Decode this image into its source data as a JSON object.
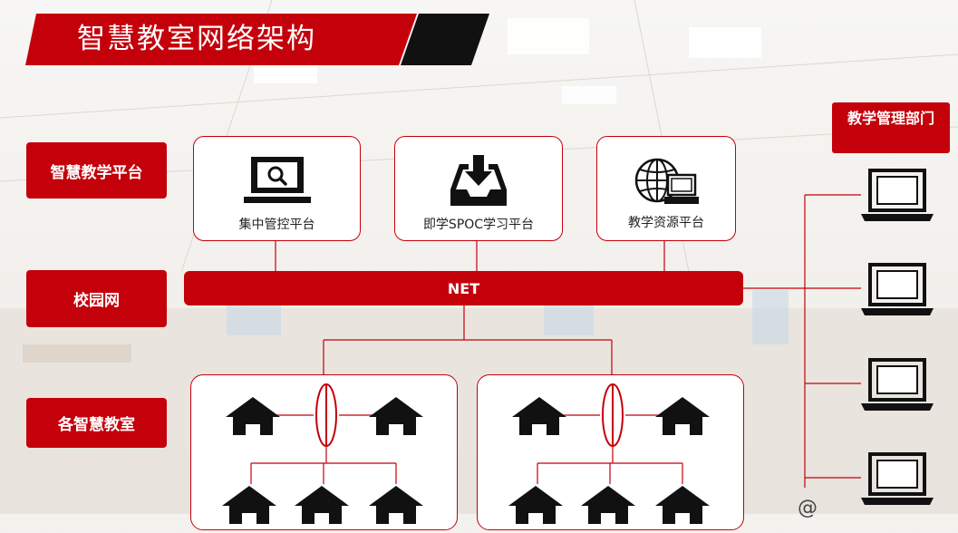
{
  "title": "智慧教室网络架构",
  "side_labels": {
    "platform": "智慧教学平台",
    "campus": "校园网",
    "classrooms": "各智慧教室"
  },
  "platforms": {
    "p1": {
      "label": "集中管控平台",
      "icon": "monitor-search-icon"
    },
    "p2": {
      "label": "即学SPOC学习平台",
      "icon": "download-tray-icon"
    },
    "p3": {
      "label": "教学资源平台",
      "icon": "globe-computer-icon"
    }
  },
  "net_label": "NET",
  "management_label": "教学管理部门",
  "watermark": "@",
  "colors": {
    "accent": "#c4000b",
    "dark": "#111111"
  }
}
